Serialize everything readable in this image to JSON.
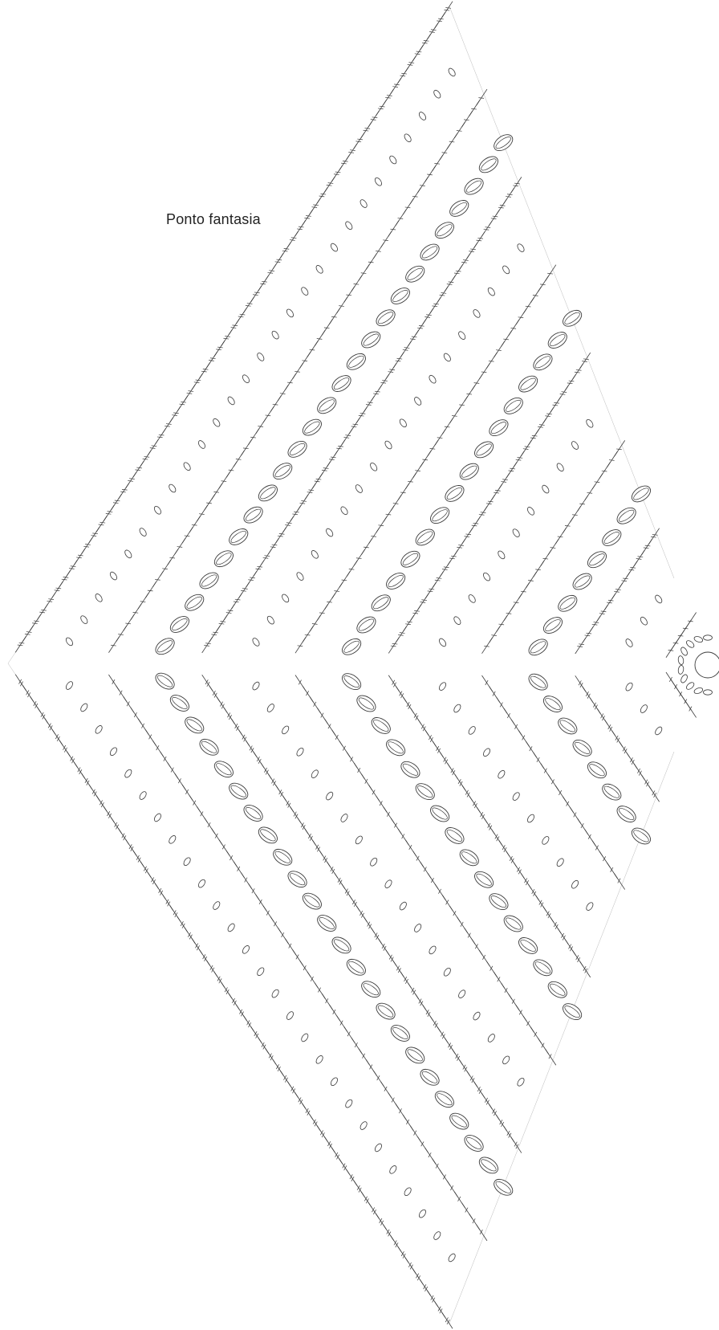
{
  "title": "Ponto fantasia",
  "diagram": {
    "type": "crochet-stitch-chart",
    "shape": "diamond",
    "center_symbol": "magic-ring",
    "stitch_symbols": [
      "chain",
      "double-crochet",
      "treble-crochet",
      "puff-stitch"
    ],
    "line_color": "#3a3a3a",
    "background": "#ffffff"
  }
}
